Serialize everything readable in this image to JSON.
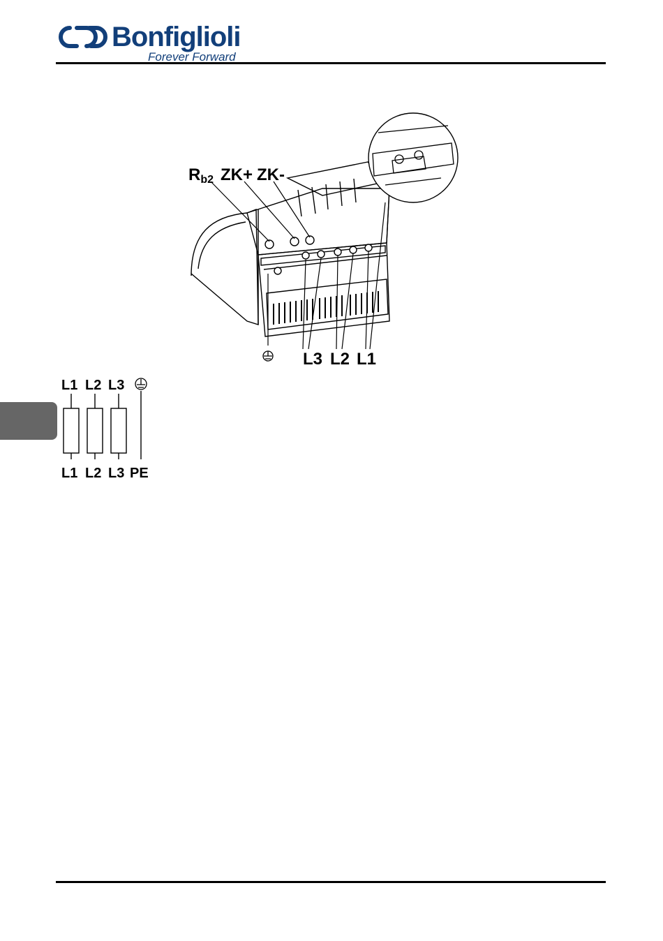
{
  "header": {
    "brand": "Bonfiglioli",
    "tagline": "Forever Forward",
    "logo_icon": "bonfiglioli-logo-mark",
    "brand_color": "#123f7a"
  },
  "figure": {
    "callouts_top": {
      "rb": "R",
      "rb_sub": "b2",
      "zk_plus": "ZK+",
      "zk_minus": "ZK-"
    },
    "callouts_bottom": {
      "earth_icon": "ground-symbol",
      "l3": "L3",
      "l2": "L2",
      "l1": "L1"
    }
  },
  "schematic": {
    "top_labels": [
      "L1",
      "L2",
      "L3"
    ],
    "top_earth_icon": "ground-symbol",
    "bottom_labels": [
      "L1",
      "L2",
      "L3",
      "PE"
    ]
  },
  "side_tab_color": "#666666"
}
